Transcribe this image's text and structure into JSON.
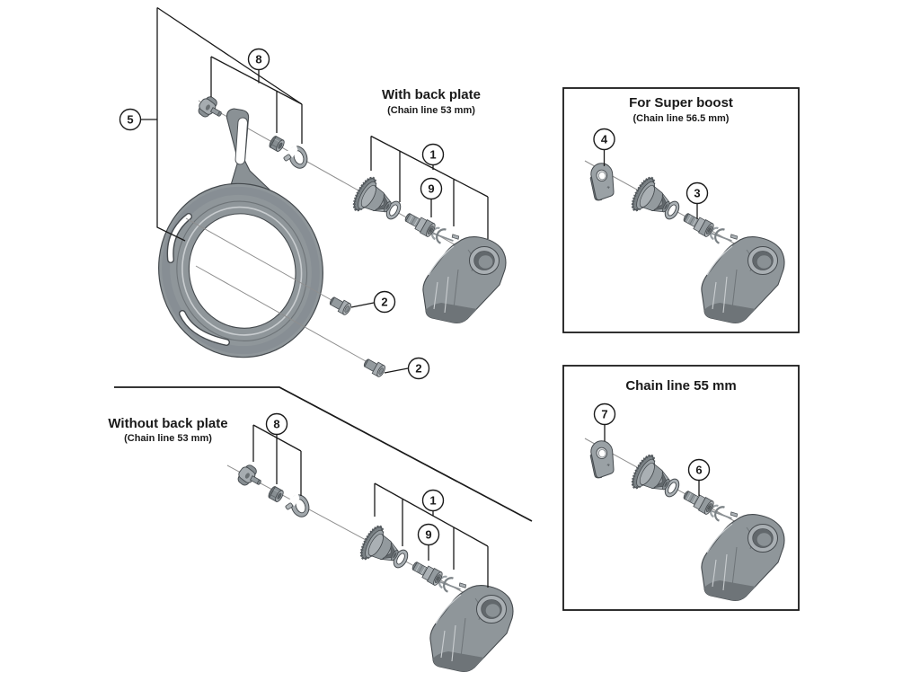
{
  "diagram": {
    "background": "#ffffff",
    "line_color": "#1a1a1a",
    "axis_line_color": "#8f8f8f",
    "part_fill": "#939a9e",
    "part_light": "#aab0b4",
    "part_dark": "#6e7478",
    "part_outline": "#454a4e"
  },
  "sections": {
    "with_back_plate": {
      "title": "With back plate",
      "subtitle": "(Chain line 53 mm)",
      "callouts": {
        "back_plate_assembly": "5",
        "mounting_hardware": "8",
        "chain_guide_unit": "1",
        "pulley_bolt": "9",
        "fixing_bolt_upper": "2",
        "fixing_bolt_lower": "2"
      }
    },
    "for_super_boost": {
      "title": "For Super boost",
      "subtitle": "(Chain line 56.5 mm)",
      "callouts": {
        "spacer_plate": "4",
        "pulley_bolt": "3"
      }
    },
    "chain_line_55": {
      "title": "Chain line 55 mm",
      "callouts": {
        "spacer_plate": "7",
        "pulley_bolt": "6"
      }
    },
    "without_back_plate": {
      "title": "Without back plate",
      "subtitle": "(Chain line 53 mm)",
      "callouts": {
        "mounting_hardware": "8",
        "chain_guide_unit": "1",
        "pulley_bolt": "9"
      }
    }
  }
}
